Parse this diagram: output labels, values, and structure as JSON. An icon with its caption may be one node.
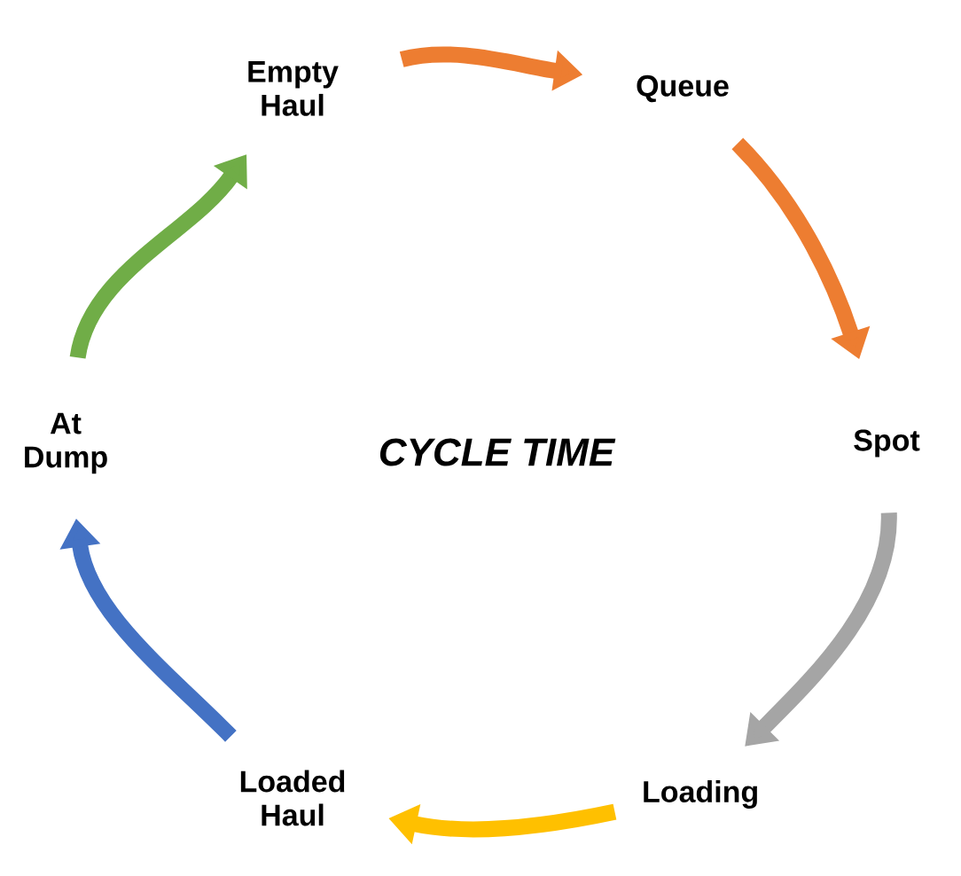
{
  "diagram": {
    "nodes": [
      {
        "text": [
          "Empty Haul"
        ]
      },
      {
        "text": [
          "Queue"
        ]
      },
      {
        "text": [
          "Spot"
        ]
      },
      {
        "text": [
          "Loading"
        ]
      },
      {
        "text": [
          "Loaded Haul"
        ]
      },
      {
        "text": [
          "At Dump"
        ]
      }
    ],
    "edges": [
      {
        "from": 0,
        "to": 1,
        "arrow": "to",
        "color": "#ed7d31"
      },
      {
        "from": 1,
        "to": 2,
        "arrow": "to",
        "color": "#ed7d31"
      },
      {
        "from": 2,
        "to": 3,
        "arrow": "to",
        "color": "#a5a5a5"
      },
      {
        "from": 3,
        "to": 4,
        "arrow": "to",
        "color": "#ffc000"
      },
      {
        "from": 4,
        "to": 5,
        "arrow": "to",
        "color": "#4472c4"
      },
      {
        "from": 5,
        "to": 0,
        "arrow": "to",
        "color": "#70ad47"
      }
    ],
    "labels": [
      "CYCLE TIME"
    ]
  }
}
